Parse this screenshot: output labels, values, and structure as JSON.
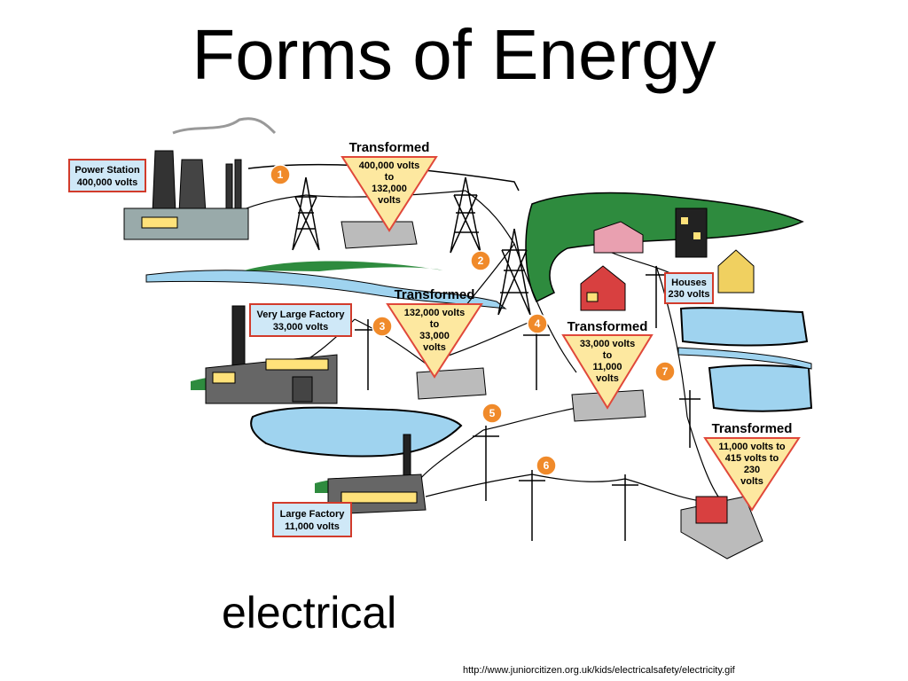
{
  "slide": {
    "title": "Forms of Energy",
    "subtitle": "electrical",
    "source": "http://www.juniorcitizen.org.uk/kids/electricalsafety/electricity.gif"
  },
  "labels": {
    "power_station": [
      "Power Station",
      "400,000 volts"
    ],
    "very_large_factory": [
      "Very Large Factory",
      "33,000 volts"
    ],
    "large_factory": [
      "Large Factory",
      "11,000 volts"
    ],
    "houses": [
      "Houses",
      "230 volts"
    ]
  },
  "transformers": [
    {
      "heading": "Transformed",
      "lines": [
        "400,000 volts",
        "to",
        "132,000",
        "volts"
      ]
    },
    {
      "heading": "Transformed",
      "lines": [
        "132,000 volts",
        "to",
        "33,000",
        "volts"
      ]
    },
    {
      "heading": "Transformed",
      "lines": [
        "33,000 volts",
        "to",
        "11,000",
        "volts"
      ]
    },
    {
      "heading": "Transformed",
      "lines": [
        "11,000 volts to",
        "415 volts to",
        "230",
        "volts"
      ]
    }
  ],
  "steps": [
    "1",
    "2",
    "3",
    "4",
    "5",
    "6",
    "7"
  ],
  "colors": {
    "label_box_fill": "#cfe8f7",
    "label_box_border": "#d23b2b",
    "triangle_fill": "#fde8a0",
    "triangle_border": "#e0483a",
    "step_circle": "#f08a2a",
    "water": "#9fd3ef",
    "land": "#2e8b3e"
  }
}
